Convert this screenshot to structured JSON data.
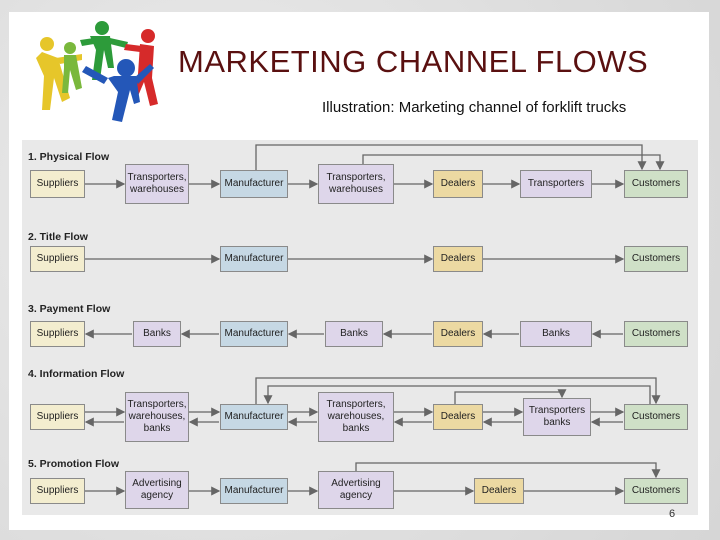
{
  "title": "MARKETING CHANNEL FLOWS",
  "subtitle": "Illustration: Marketing channel of forklift trucks",
  "page_number": "6",
  "logo": {
    "icon": "people-circle-icon",
    "colors": [
      "#7ab83c",
      "#2d9b3a",
      "#d62a2a",
      "#2457b8",
      "#e6c62a"
    ]
  },
  "box_colors": {
    "supplier": "#f3edcf",
    "manufacturer": "#c6d8e4",
    "intermediary": "#ded6ea",
    "dealer": "#ecd9a2",
    "customer": "#cfe0c7"
  },
  "flows": [
    {
      "label": "1. Physical Flow",
      "boxes": [
        "Suppliers",
        "Transporters,\nwarehouses",
        "Manufacturer",
        "Transporters,\nwarehouses",
        "Dealers",
        "Transporters",
        "Customers"
      ]
    },
    {
      "label": "2. Title Flow",
      "boxes": [
        "Suppliers",
        "Manufacturer",
        "Dealers",
        "Customers"
      ]
    },
    {
      "label": "3. Payment Flow",
      "boxes": [
        "Suppliers",
        "Banks",
        "Manufacturer",
        "Banks",
        "Dealers",
        "Banks",
        "Customers"
      ]
    },
    {
      "label": "4. Information Flow",
      "boxes": [
        "Suppliers",
        "Transporters,\nwarehouses,\nbanks",
        "Manufacturer",
        "Transporters,\nwarehouses,\nbanks",
        "Dealers",
        "Transporters\nbanks",
        "Customers"
      ]
    },
    {
      "label": "5. Promotion Flow",
      "boxes": [
        "Suppliers",
        "Advertising\nagency",
        "Manufacturer",
        "Advertising\nagency",
        "Dealers",
        "Customers"
      ]
    }
  ]
}
